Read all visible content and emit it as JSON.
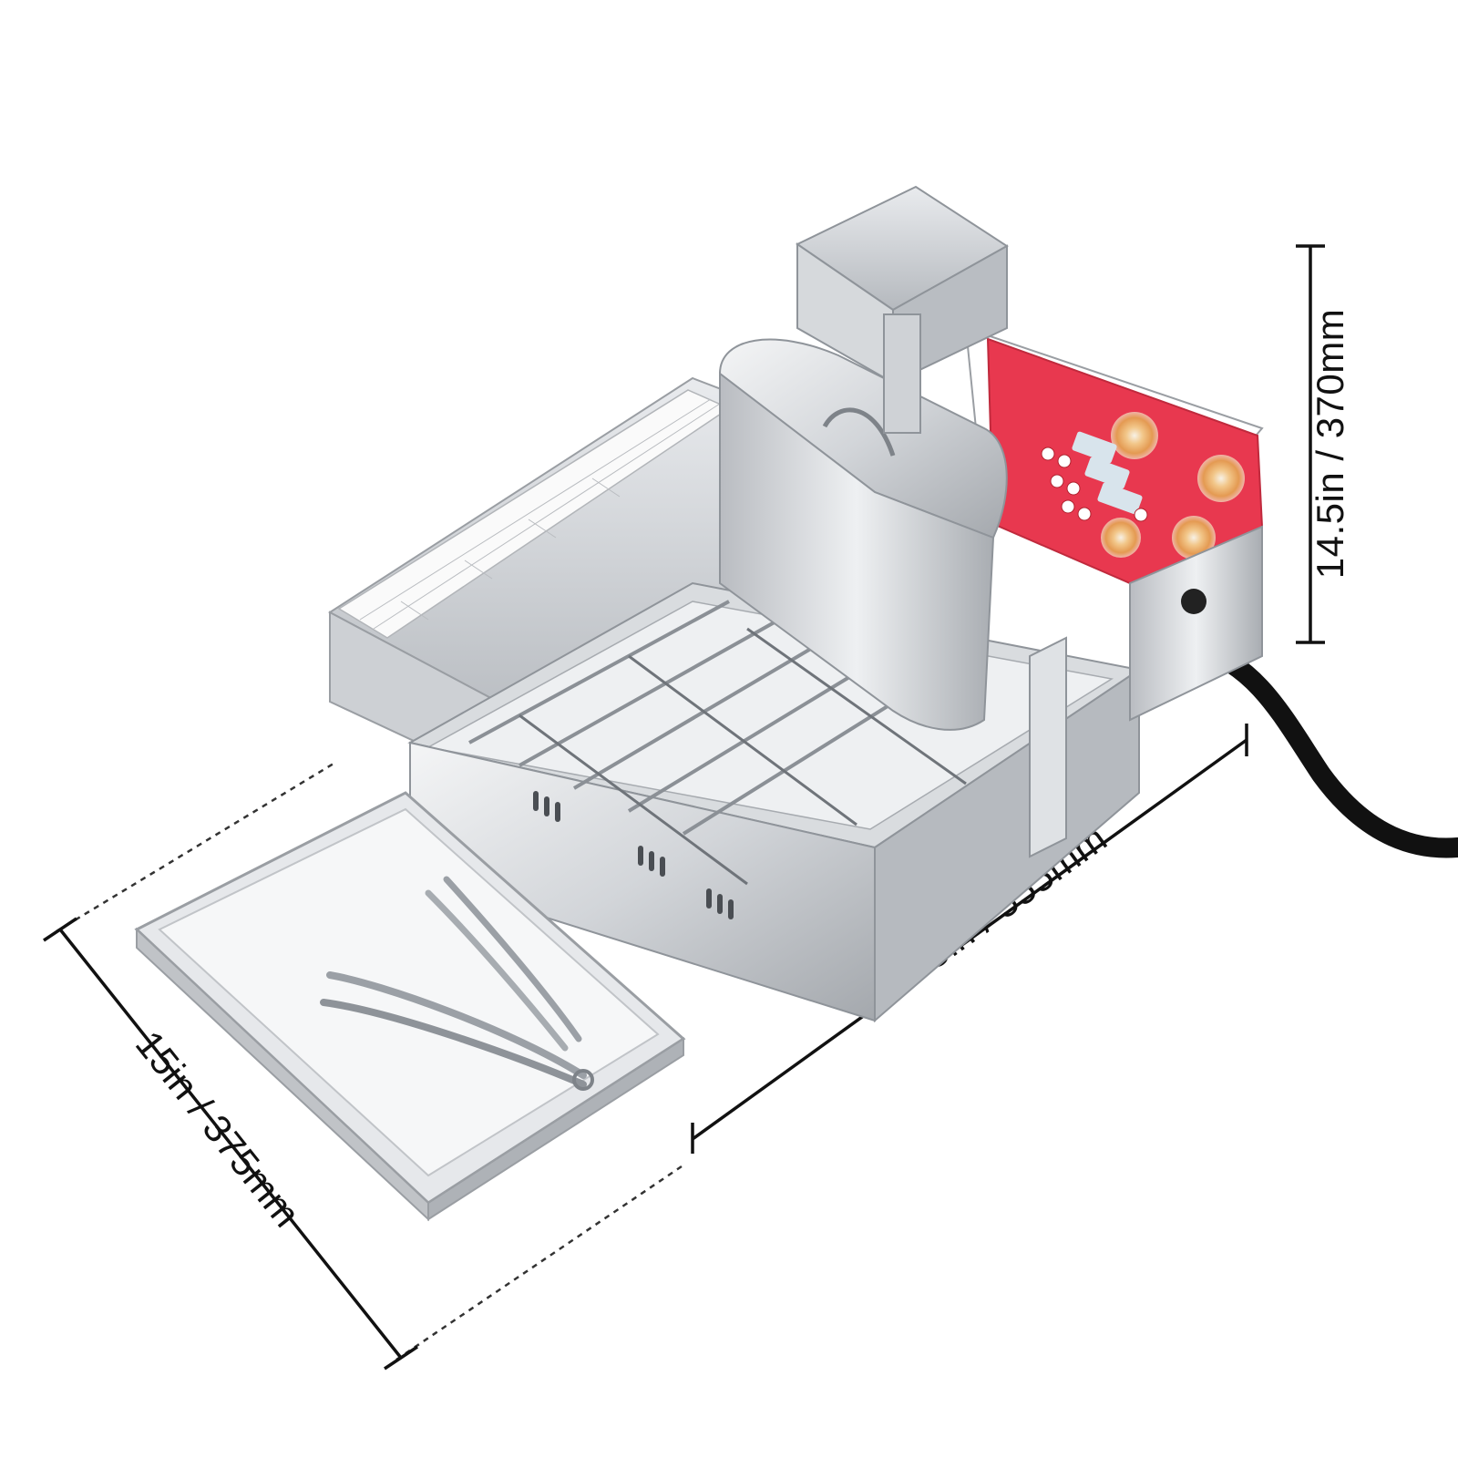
{
  "dimensions": {
    "height": "14.5in / 370mm",
    "length": "21.85in / 555mm",
    "width": "15in / 375mm"
  },
  "control_panel": {
    "accent_color": "#e8384f",
    "display_color": "#d8e4ec",
    "label_color": "#ffffff"
  },
  "body_colors": {
    "steel_light": "#e7e9ec",
    "steel_mid": "#c9ccd1",
    "steel_dark": "#8f949a",
    "cord": "#111111"
  }
}
